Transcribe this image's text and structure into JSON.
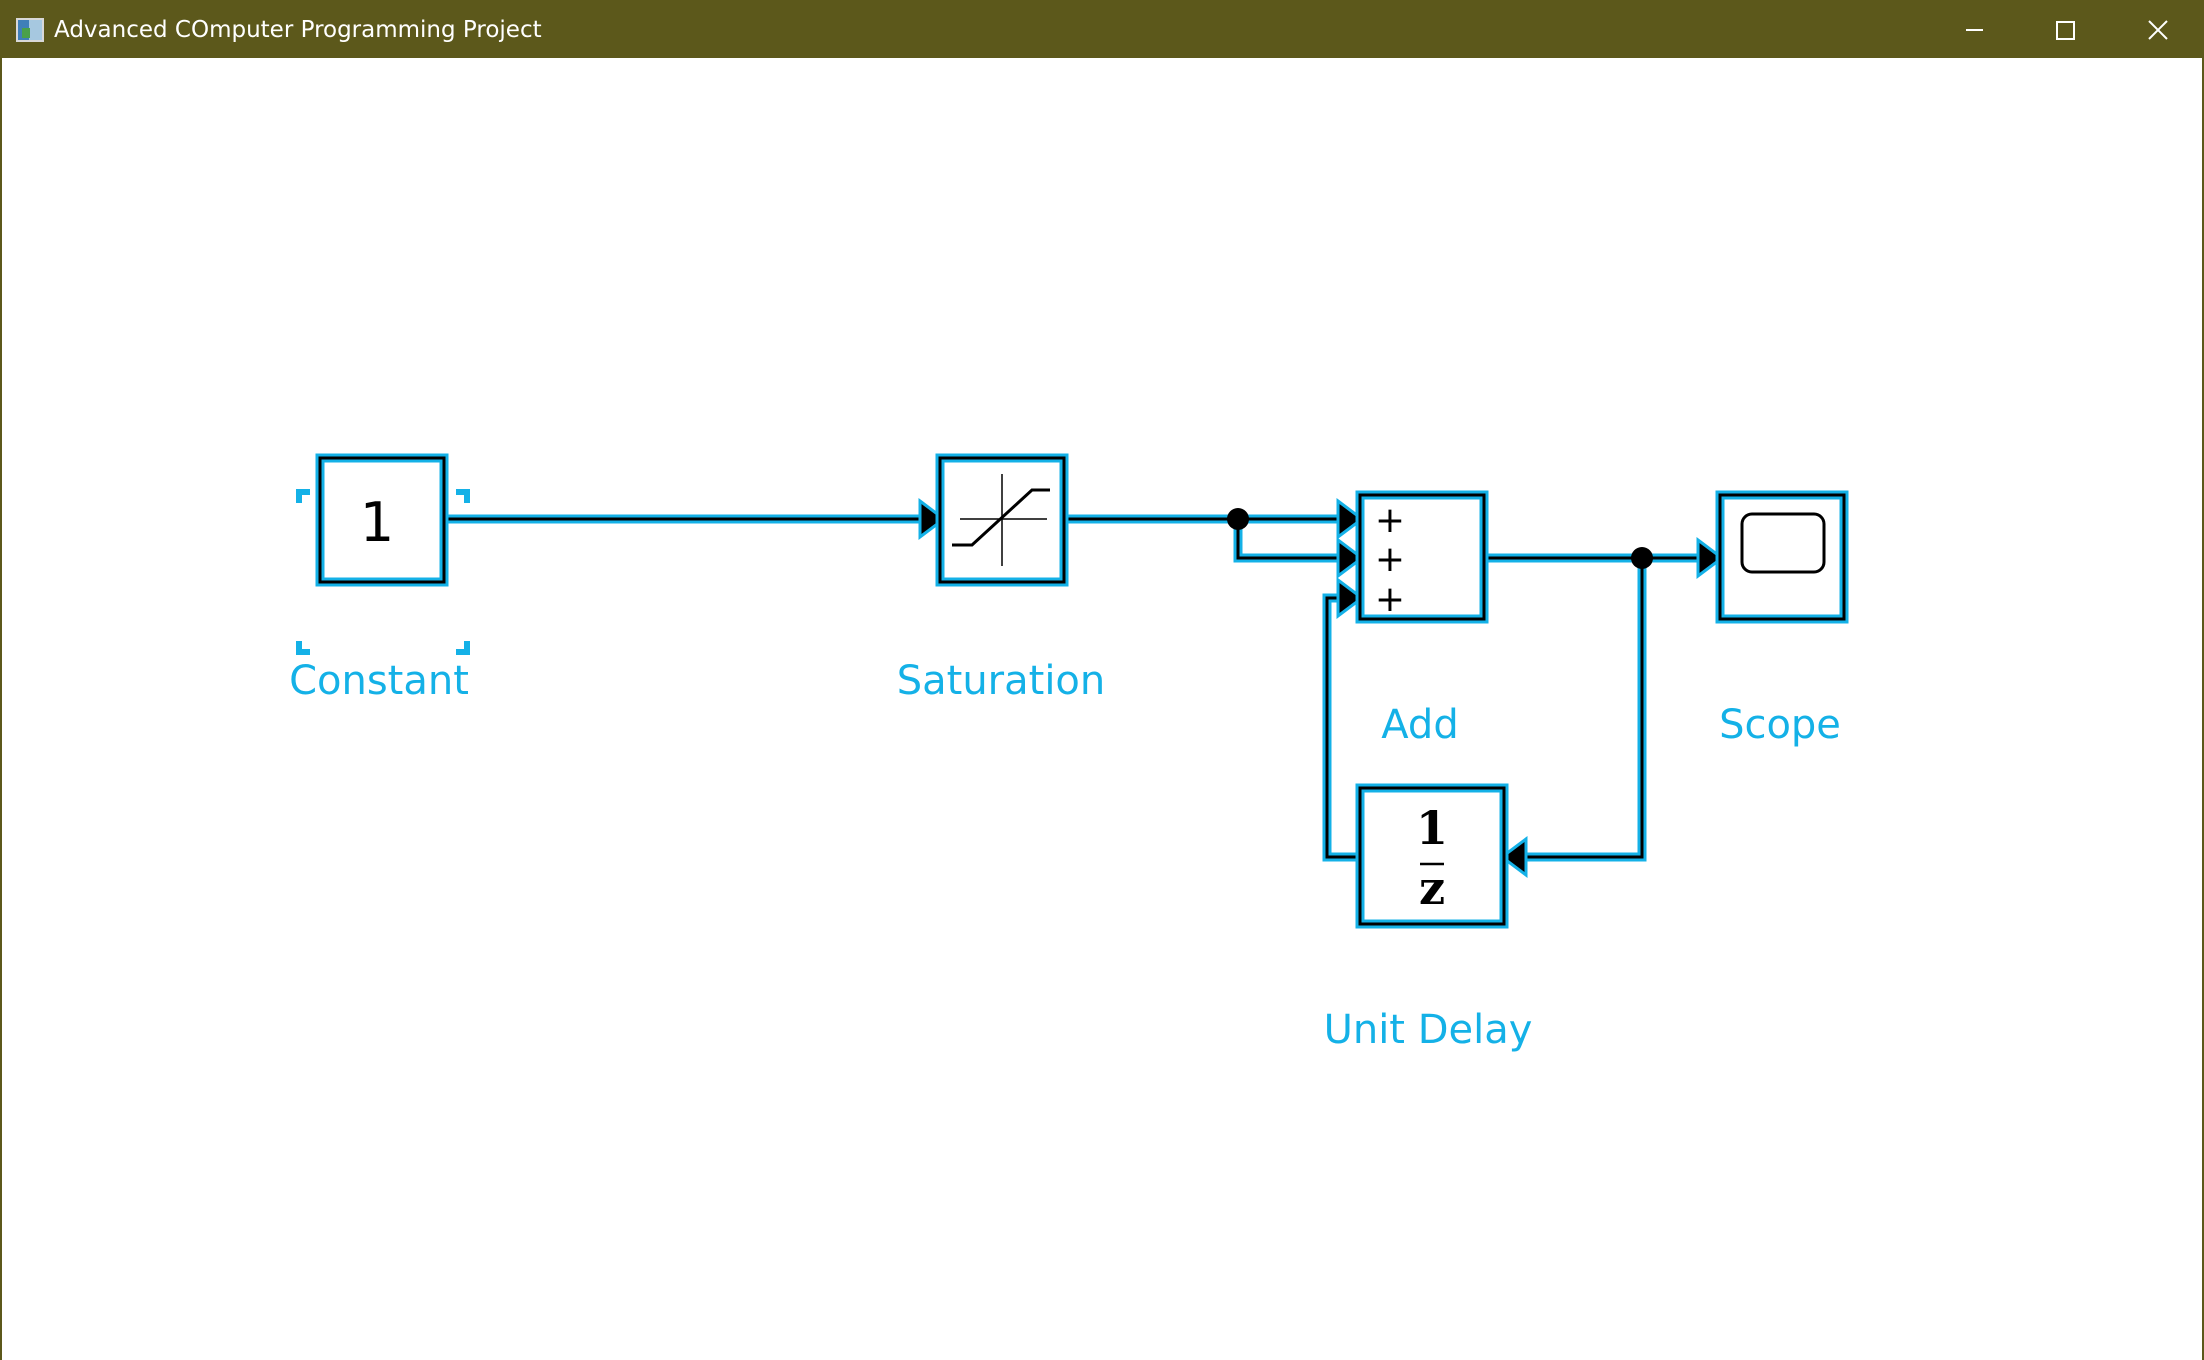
{
  "window": {
    "title": "Advanced COmputer Programming Project",
    "titlebar_color": "#5c581b",
    "controls": {
      "minimize": "minimize-icon",
      "maximize": "maximize-icon",
      "close": "close-icon"
    }
  },
  "diagram": {
    "accent_color": "#14b1e7",
    "blocks": {
      "constant": {
        "label": "Constant",
        "value": "1",
        "selected": true
      },
      "saturation": {
        "label": "Saturation",
        "icon": "saturation-curve-icon"
      },
      "add": {
        "label": "Add",
        "signs": [
          "+",
          "+",
          "+"
        ]
      },
      "scope": {
        "label": "Scope",
        "icon": "scope-screen-icon"
      },
      "unit_delay": {
        "label": "Unit Delay",
        "numerator": "1",
        "denominator": "z"
      }
    },
    "connections": [
      {
        "from": "Constant",
        "to": "Saturation"
      },
      {
        "from": "Saturation",
        "to": "Add",
        "port": 1
      },
      {
        "from": "Saturation",
        "to": "Add",
        "port": 2
      },
      {
        "from": "Add",
        "to": "Scope"
      },
      {
        "from": "Add",
        "to": "Unit Delay"
      },
      {
        "from": "Unit Delay",
        "to": "Add",
        "port": 3
      }
    ]
  }
}
